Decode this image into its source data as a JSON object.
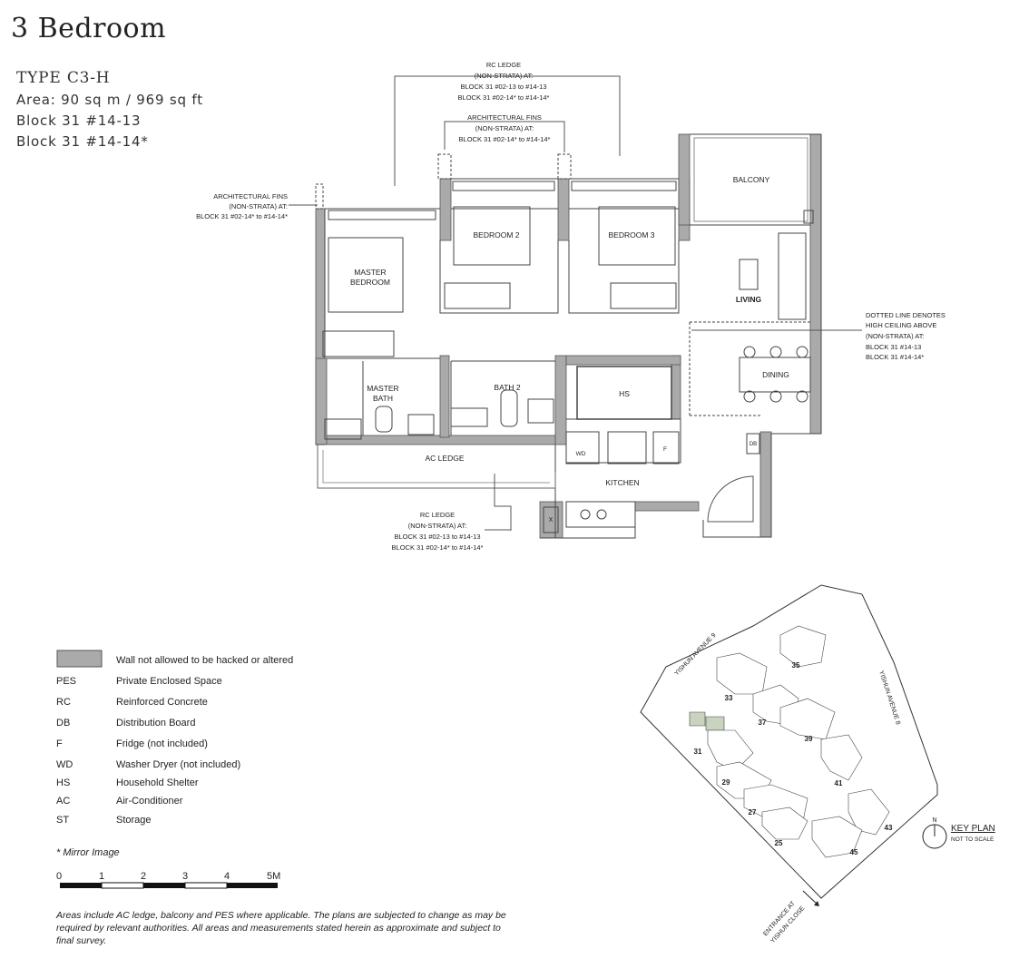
{
  "header": {
    "title": "3 Bedroom",
    "unit_type": "TYPE C3-H",
    "area": "Area: 90 sq m / 969 sq ft",
    "block_line_1": "Block 31 #14-13",
    "block_line_2": "Block 31 #14-14*"
  },
  "plan": {
    "rooms": {
      "master_bedroom": "MASTER\nBEDROOM",
      "bedroom_2": "BEDROOM 2",
      "bedroom_3": "BEDROOM 3",
      "balcony": "BALCONY",
      "living": "LIVING",
      "dining": "DINING",
      "master_bath": "MASTER\nBATH",
      "bath_2": "BATH 2",
      "hs": "HS",
      "ac_ledge": "AC LEDGE",
      "kitchen": "KITCHEN",
      "wd": "WD",
      "fridge": "F",
      "db": "DB",
      "store": "X"
    },
    "annotations": {
      "rc_ledge_top": [
        "RC LEDGE",
        "(NON-STRATA) AT:",
        "BLOCK 31 #02-13  to #14-13",
        "BLOCK 31 #02-14* to #14-14*"
      ],
      "arch_fins_top": [
        "ARCHITECTURAL FINS",
        "(NON-STRATA) AT:",
        "BLOCK 31 #02-14* to #14-14*"
      ],
      "arch_fins_left": [
        "ARCHITECTURAL FINS",
        "(NON-STRATA) AT:",
        "BLOCK 31 #02-14* to #14-14*"
      ],
      "dotted_line": [
        "DOTTED LINE DENOTES",
        "HIGH CEILING ABOVE",
        "(NON-STRATA) AT:",
        "BLOCK 31 #14-13",
        "BLOCK 31 #14-14*"
      ],
      "rc_ledge_bottom": [
        "RC LEDGE",
        "(NON-STRATA) AT:",
        "BLOCK 31 #02-13  to #14-13",
        "BLOCK 31 #02-14* to #14-14*"
      ]
    }
  },
  "legend": {
    "swatch_label": "Wall not allowed to be hacked or altered",
    "items": [
      {
        "abbr": "PES",
        "desc": "Private Enclosed Space"
      },
      {
        "abbr": "RC",
        "desc": "Reinforced Concrete"
      },
      {
        "abbr": "DB",
        "desc": "Distribution Board"
      },
      {
        "abbr": "F",
        "desc": "Fridge (not included)"
      },
      {
        "abbr": "WD",
        "desc": "Washer Dryer (not included)"
      },
      {
        "abbr": "HS",
        "desc": "Household Shelter"
      },
      {
        "abbr": "AC",
        "desc": "Air-Conditioner"
      },
      {
        "abbr": "ST",
        "desc": "Storage"
      }
    ],
    "mirror_note": "* Mirror Image",
    "wall_color": "#aaaaaa"
  },
  "scale_bar": {
    "labels": [
      "0",
      "1",
      "2",
      "3",
      "4",
      "5M"
    ]
  },
  "footnote": "Areas include AC ledge, balcony and PES where applicable. The plans are subjected to change as may be required by relevant authorities. All areas and measurements stated herein as approximate and subject to final survey.",
  "keyplan": {
    "title": "KEY PLAN",
    "subtitle": "NOT TO SCALE",
    "north": "N",
    "road_1": "YISHUN AVENUE 9",
    "road_2": "YISHUN AVENUE 8",
    "entrance": [
      "ENTRANCE AT",
      "YISHUN CLOSE"
    ],
    "blocks": [
      "35",
      "33",
      "37",
      "39",
      "31",
      "41",
      "29",
      "27",
      "25",
      "43",
      "45"
    ],
    "highlight_color": "#c8d4c0"
  }
}
